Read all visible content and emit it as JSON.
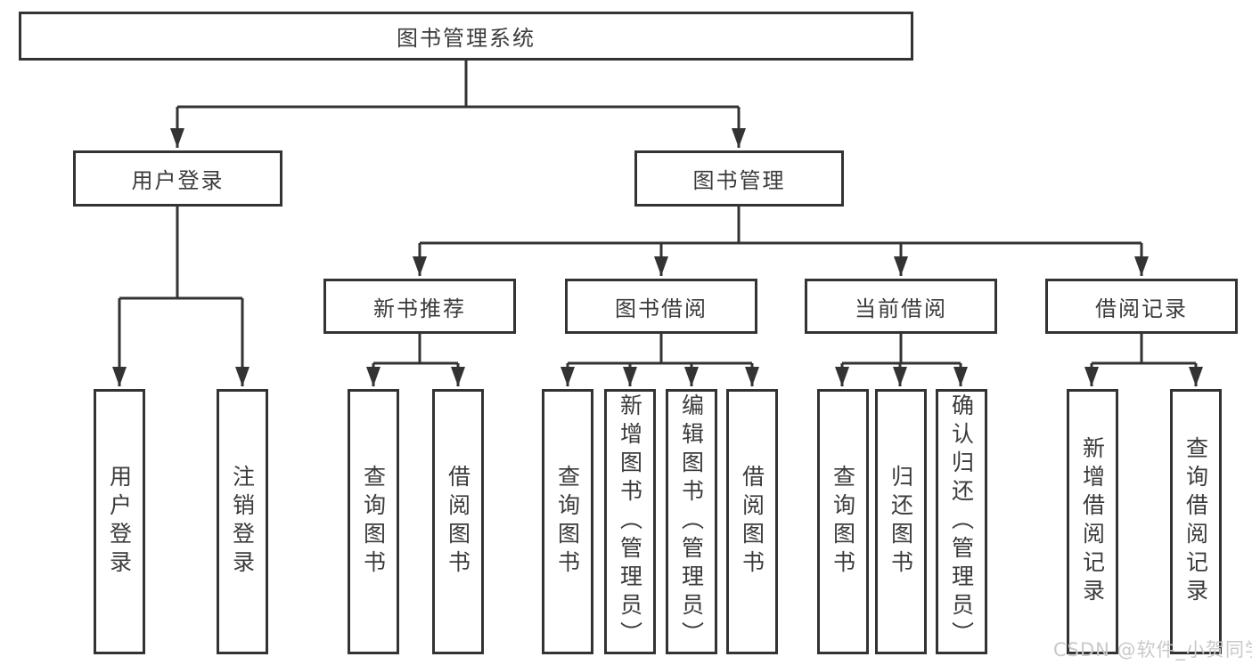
{
  "tree": {
    "root": {
      "label": "图书管理系统"
    },
    "branches": [
      {
        "label": "用户登录",
        "children": [
          {
            "label": "用户登录"
          },
          {
            "label": "注销登录"
          }
        ]
      },
      {
        "label": "图书管理",
        "children": [
          {
            "label": "新书推荐",
            "children": [
              {
                "label": "查询图书"
              },
              {
                "label": "借阅图书"
              }
            ]
          },
          {
            "label": "图书借阅",
            "children": [
              {
                "label": "查询图书"
              },
              {
                "label": "新增图书（管理员）"
              },
              {
                "label": "编辑图书（管理员）"
              },
              {
                "label": "借阅图书"
              }
            ]
          },
          {
            "label": "当前借阅",
            "children": [
              {
                "label": "查询图书"
              },
              {
                "label": "归还图书"
              },
              {
                "label": "确认归还（管理员）"
              }
            ]
          },
          {
            "label": "借阅记录",
            "children": [
              {
                "label": "新增借阅记录"
              },
              {
                "label": "查询借阅记录"
              }
            ]
          }
        ]
      }
    ]
  },
  "watermark": {
    "text": "CSDN @软件_小贺同学"
  },
  "colors": {
    "border": "#333333",
    "connector": "#333333",
    "text": "#3b3b3b",
    "background": "#ffffff",
    "watermark": "#c9c9c9"
  }
}
